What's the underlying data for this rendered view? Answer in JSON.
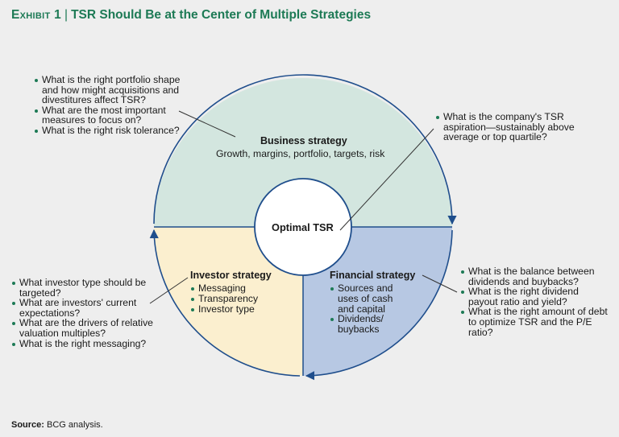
{
  "header": {
    "exhibit": "Exhibit 1",
    "separator": "|",
    "title": "TSR Should Be at the Center of Multiple Strategies"
  },
  "center": {
    "label": "Optimal TSR"
  },
  "segments": {
    "business": {
      "title": "Business strategy",
      "subtitle": "Growth, margins, portfolio, targets, risk",
      "color": "#d3e6df"
    },
    "investor": {
      "title": "Investor strategy",
      "items": [
        "Messaging",
        "Transparency",
        "Investor type"
      ],
      "color": "#fbefcf"
    },
    "financial": {
      "title": "Financial strategy",
      "items": [
        "Sources and uses of cash and capital",
        "Dividends/ buybacks"
      ],
      "color": "#b7c8e3"
    }
  },
  "questions": {
    "business": [
      "What is the right portfolio shape and how might acquisitions and divestitures affect TSR?",
      "What are the most important measures to focus on?",
      "What is the right risk tolerance?"
    ],
    "tsr": [
      "What is the company's TSR aspiration—sustainably above average or top quartile?"
    ],
    "investor": [
      "What investor type should be targeted?",
      "What are investors' current expectations?",
      "What are the drivers of relative valuation multiples?",
      "What is the right messaging?"
    ],
    "financial": [
      "What is the balance between dividends and buybacks?",
      "What is the right dividend payout ratio and yield?",
      "What is the right amount of debt to optimize TSR and the P/E ratio?"
    ]
  },
  "footer": {
    "source_label": "Source:",
    "source_text": "BCG analysis."
  },
  "colors": {
    "accent": "#1d7a55",
    "outline": "#1f4e8c",
    "background": "#eeeeee"
  }
}
